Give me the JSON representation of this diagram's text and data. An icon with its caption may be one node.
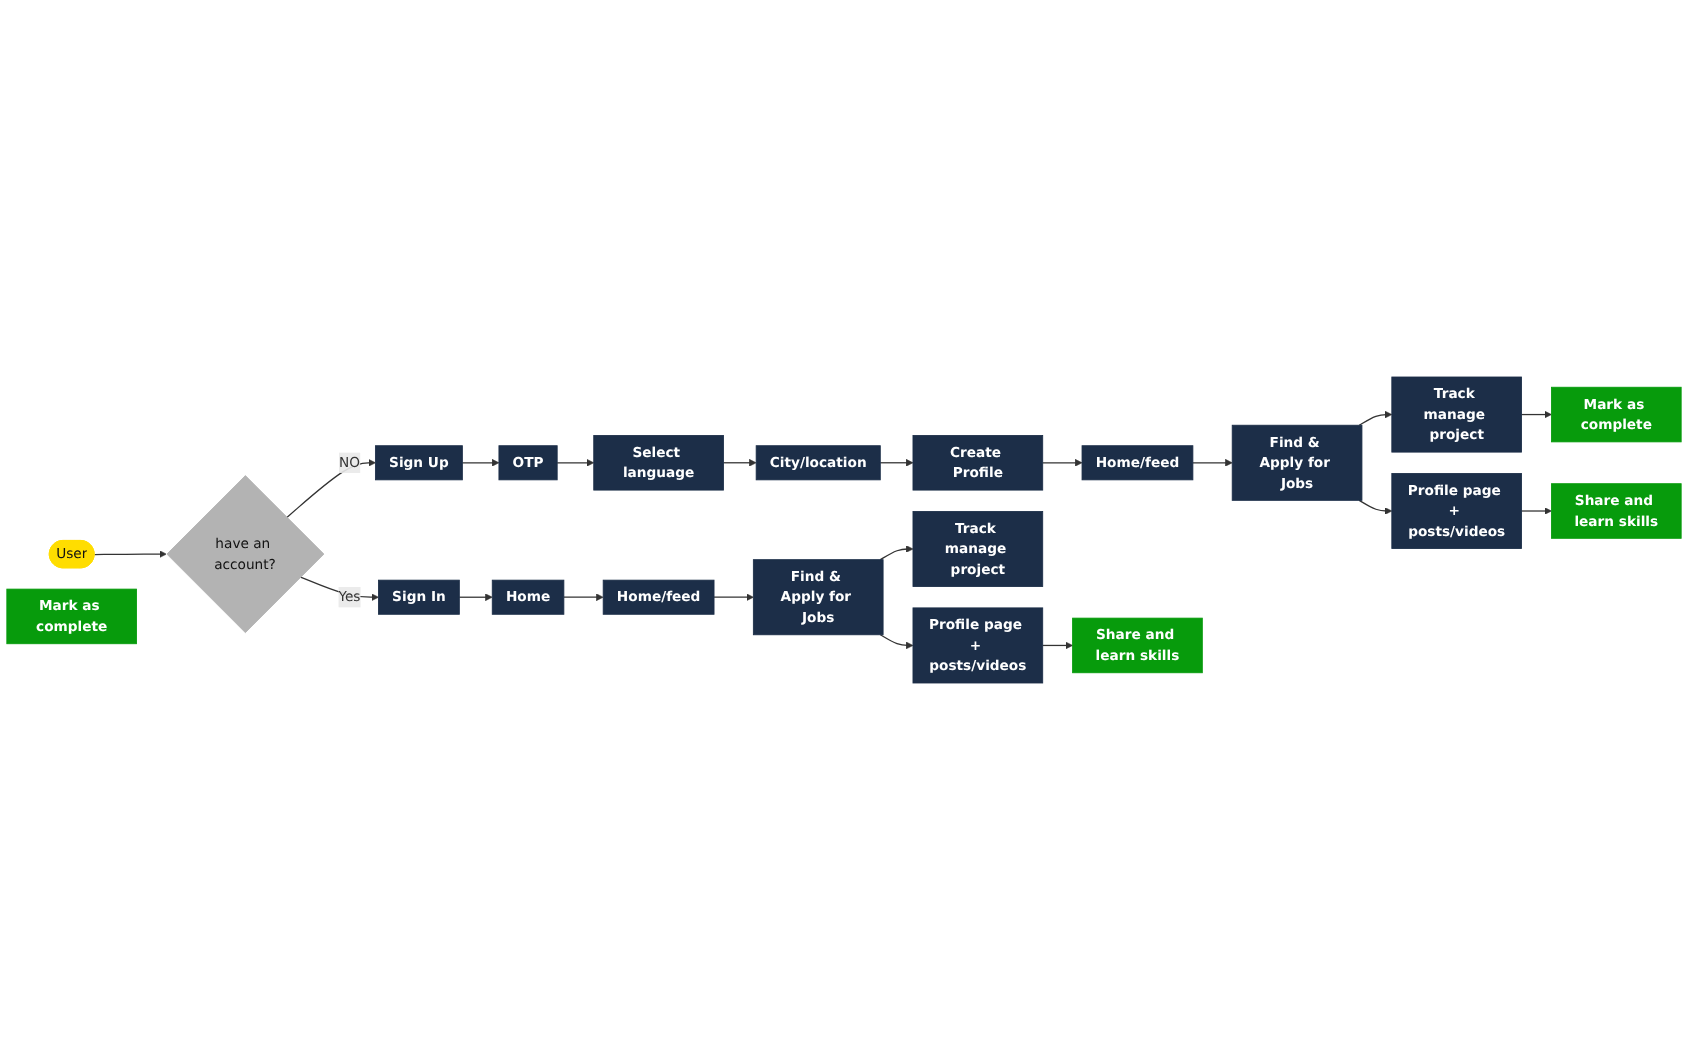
{
  "diagram": {
    "nodes": [
      {
        "text": [
          "User"
        ]
      },
      {
        "text": [
          "have an account?"
        ]
      },
      {
        "text": [
          "Sign Up"
        ]
      },
      {
        "text": [
          "OTP"
        ]
      },
      {
        "text": [
          "Select language"
        ]
      },
      {
        "text": [
          "City/location"
        ]
      },
      {
        "text": [
          "Create Profile"
        ]
      },
      {
        "text": [
          "Home/feed"
        ]
      },
      {
        "text": [
          "Find & Apply for Jobs"
        ]
      },
      {
        "text": [
          "Track manage project"
        ]
      },
      {
        "text": [
          "Profile page + posts/videos"
        ]
      },
      {
        "text": [
          "Mark as complete"
        ]
      },
      {
        "text": [
          "Share and learn skills"
        ]
      },
      {
        "text": [
          "Sign In"
        ]
      },
      {
        "text": [
          "Home"
        ]
      },
      {
        "text": [
          "Home/feed"
        ]
      },
      {
        "text": [
          "Find & Apply for Jobs"
        ]
      },
      {
        "text": [
          "Track manage project"
        ]
      },
      {
        "text": [
          "Profile page + posts/videos"
        ]
      },
      {
        "text": [
          "Mark as complete"
        ]
      },
      {
        "text": [
          "Share and learn skills"
        ]
      }
    ],
    "edges": [
      {
        "from": 0,
        "to": 1,
        "arrow": "to"
      },
      {
        "from": 1,
        "to": 2,
        "label": "NO",
        "arrow": "to"
      },
      {
        "from": 2,
        "to": 3,
        "arrow": "to"
      },
      {
        "from": 3,
        "to": 4,
        "arrow": "to"
      },
      {
        "from": 4,
        "to": 5,
        "arrow": "to"
      },
      {
        "from": 5,
        "to": 6,
        "arrow": "to"
      },
      {
        "from": 6,
        "to": 7,
        "arrow": "to"
      },
      {
        "from": 7,
        "to": 8,
        "arrow": "to"
      },
      {
        "from": 8,
        "to": 9,
        "arrow": "to"
      },
      {
        "from": 8,
        "to": 10,
        "arrow": "to"
      },
      {
        "from": 9,
        "to": 11,
        "arrow": "to"
      },
      {
        "from": 10,
        "to": 12,
        "arrow": "to"
      },
      {
        "from": 1,
        "to": 13,
        "label": "Yes",
        "arrow": "to"
      },
      {
        "from": 13,
        "to": 14,
        "arrow": "to"
      },
      {
        "from": 14,
        "to": 15,
        "arrow": "to"
      },
      {
        "from": 15,
        "to": 16,
        "arrow": "to"
      },
      {
        "from": 16,
        "to": 17,
        "arrow": "to"
      },
      {
        "from": 16,
        "to": 18,
        "arrow": "to"
      },
      {
        "from": 18,
        "to": 20,
        "arrow": "to"
      }
    ]
  }
}
